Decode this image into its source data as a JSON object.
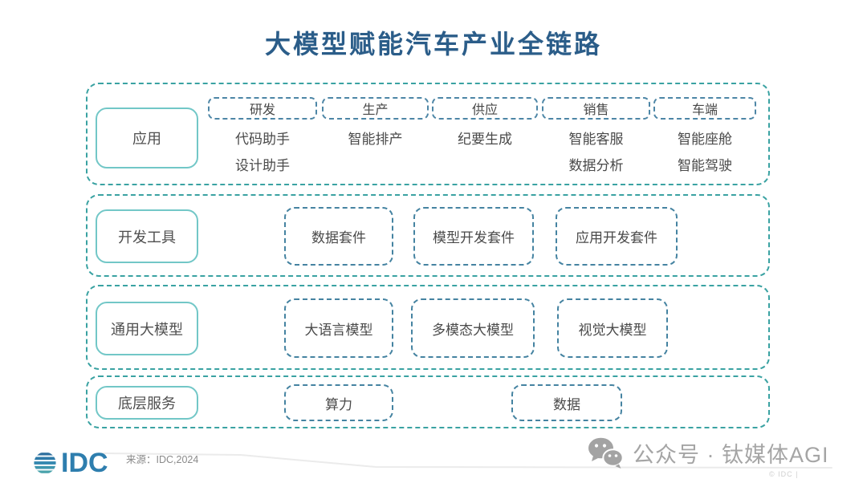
{
  "title": "大模型赋能汽车产业全链路",
  "colors": {
    "title_blue": "#2b5d89",
    "container_dash_teal": "#3aa2a2",
    "label_box_teal": "#72c7c7",
    "stage_dash_blue": "#4d86a6",
    "inner_dash_blue": "#4583a1",
    "text_dark": "#4a4a4a",
    "idc_blue": "#2e7eae",
    "footer_gray": "#8a8a8a"
  },
  "layers": {
    "application": {
      "label": "应用",
      "stages": [
        {
          "header": "研发",
          "items": [
            "代码助手",
            "设计助手"
          ]
        },
        {
          "header": "生产",
          "items": [
            "智能排产"
          ]
        },
        {
          "header": "供应",
          "items": [
            "纪要生成"
          ]
        },
        {
          "header": "销售",
          "items": [
            "智能客服",
            "数据分析"
          ]
        },
        {
          "header": "车端",
          "items": [
            "智能座舱",
            "智能驾驶"
          ]
        }
      ]
    },
    "dev_tools": {
      "label": "开发工具",
      "boxes": [
        "数据套件",
        "模型开发套件",
        "应用开发套件"
      ]
    },
    "foundation_models": {
      "label": "通用大模型",
      "boxes": [
        "大语言模型",
        "多模态大模型",
        "视觉大模型"
      ]
    },
    "base_services": {
      "label": "底层服务",
      "boxes": [
        "算力",
        "数据"
      ]
    }
  },
  "footer": {
    "logo_text": "IDC",
    "source": "来源：IDC,2024",
    "wechat_label": "公众号 · 钛媒体AGI",
    "copyright": "© IDC |"
  }
}
